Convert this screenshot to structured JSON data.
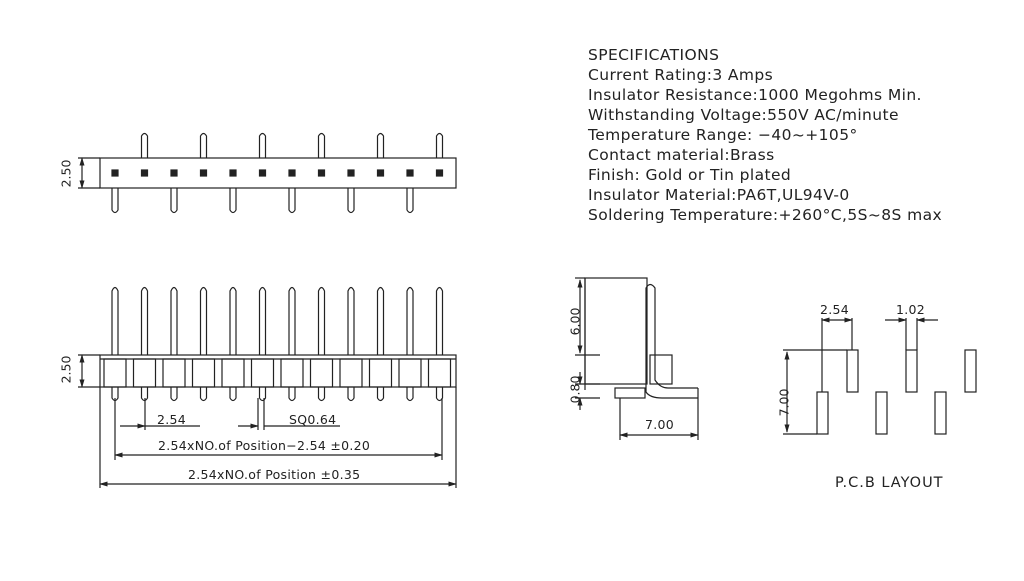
{
  "specifications": {
    "heading": "SPECIFICATIONS",
    "lines": [
      "Current Rating:3 Amps",
      "Insulator Resistance:1000 Megohms Min.",
      "Withstanding Voltage:550V AC/minute",
      "Temperature Range: −40~+105°",
      "Contact material:Brass",
      "Finish: Gold or Tin plated",
      "Insulator Material:PA6T,UL94V-0",
      "Soldering Temperature:+260°C,5S~8S max"
    ]
  },
  "top_view": {
    "height_dim": "2.50",
    "pin_count": 12
  },
  "front_view": {
    "height_dim": "2.50",
    "pitch_dim": "2.54",
    "pin_square_dim": "SQ0.64",
    "pin_span_dim": "2.54xNO.of Position−2.54 ±0.20",
    "overall_dim": "2.54xNO.of Position ±0.35",
    "pin_count": 12
  },
  "side_view": {
    "upper_dim": "6.00",
    "lower_dim": "0.80",
    "length_dim": "7.00"
  },
  "pcb_layout": {
    "title": "P.C.B LAYOUT",
    "pitch_dim": "2.54",
    "pad_width_dim": "1.02",
    "height_dim": "7.00"
  },
  "colors": {
    "line": "#222222",
    "background": "#ffffff"
  }
}
